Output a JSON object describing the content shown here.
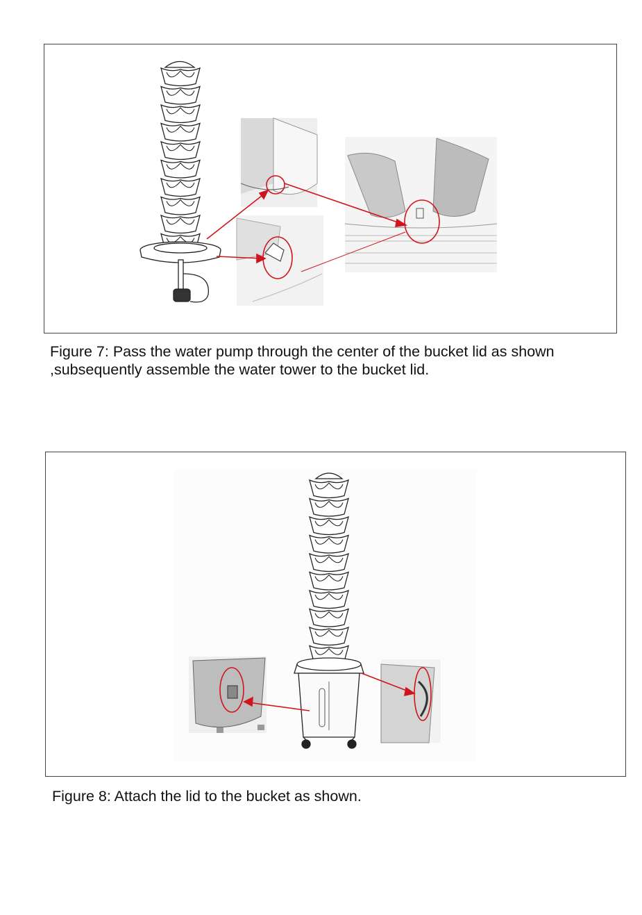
{
  "figures": [
    {
      "id": "figure-7",
      "caption": "Figure 7: Pass the water pump through the center of the bucket lid as shown ,subsequently assemble the water tower  to the bucket lid."
    },
    {
      "id": "figure-8",
      "caption": "Figure 8: Attach the lid to the bucket as shown."
    }
  ],
  "colors": {
    "callout": "#d0141b",
    "line": "#222222",
    "frame": "#444444"
  }
}
